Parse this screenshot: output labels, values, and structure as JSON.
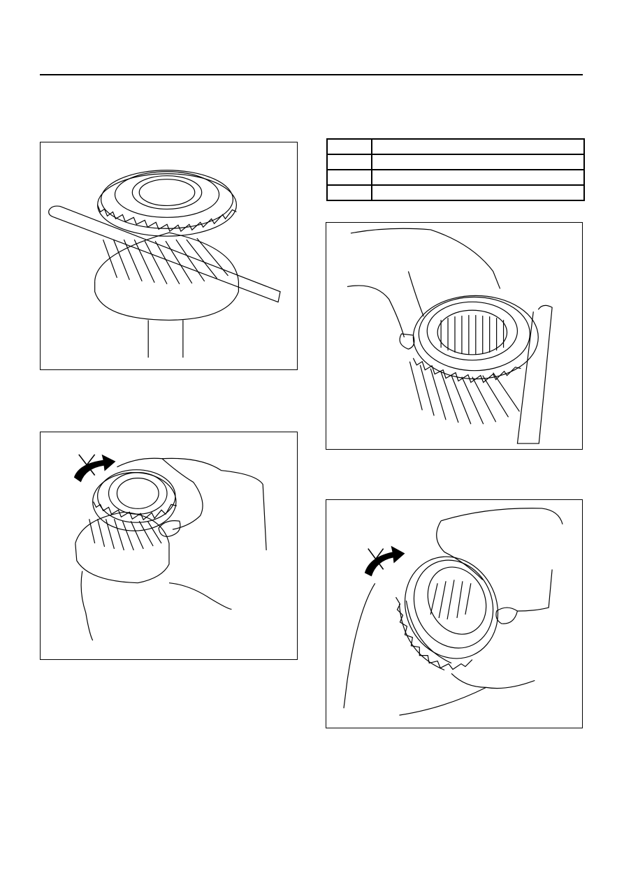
{
  "spec_table": {
    "rows": [
      {
        "col1": "",
        "col2": ""
      },
      {
        "col1": "",
        "col2": ""
      },
      {
        "col1": "",
        "col2": ""
      },
      {
        "col1": "",
        "col2": ""
      }
    ]
  },
  "figures": [
    {
      "id": "fig1",
      "depicts": "gear-with-bar-illustration"
    },
    {
      "id": "fig2",
      "depicts": "hands-rotating-synchronizer-illustration"
    },
    {
      "id": "fig3",
      "depicts": "hand-holding-gear-with-bar-illustration"
    },
    {
      "id": "fig4",
      "depicts": "hands-rotating-gear-illustration"
    }
  ]
}
